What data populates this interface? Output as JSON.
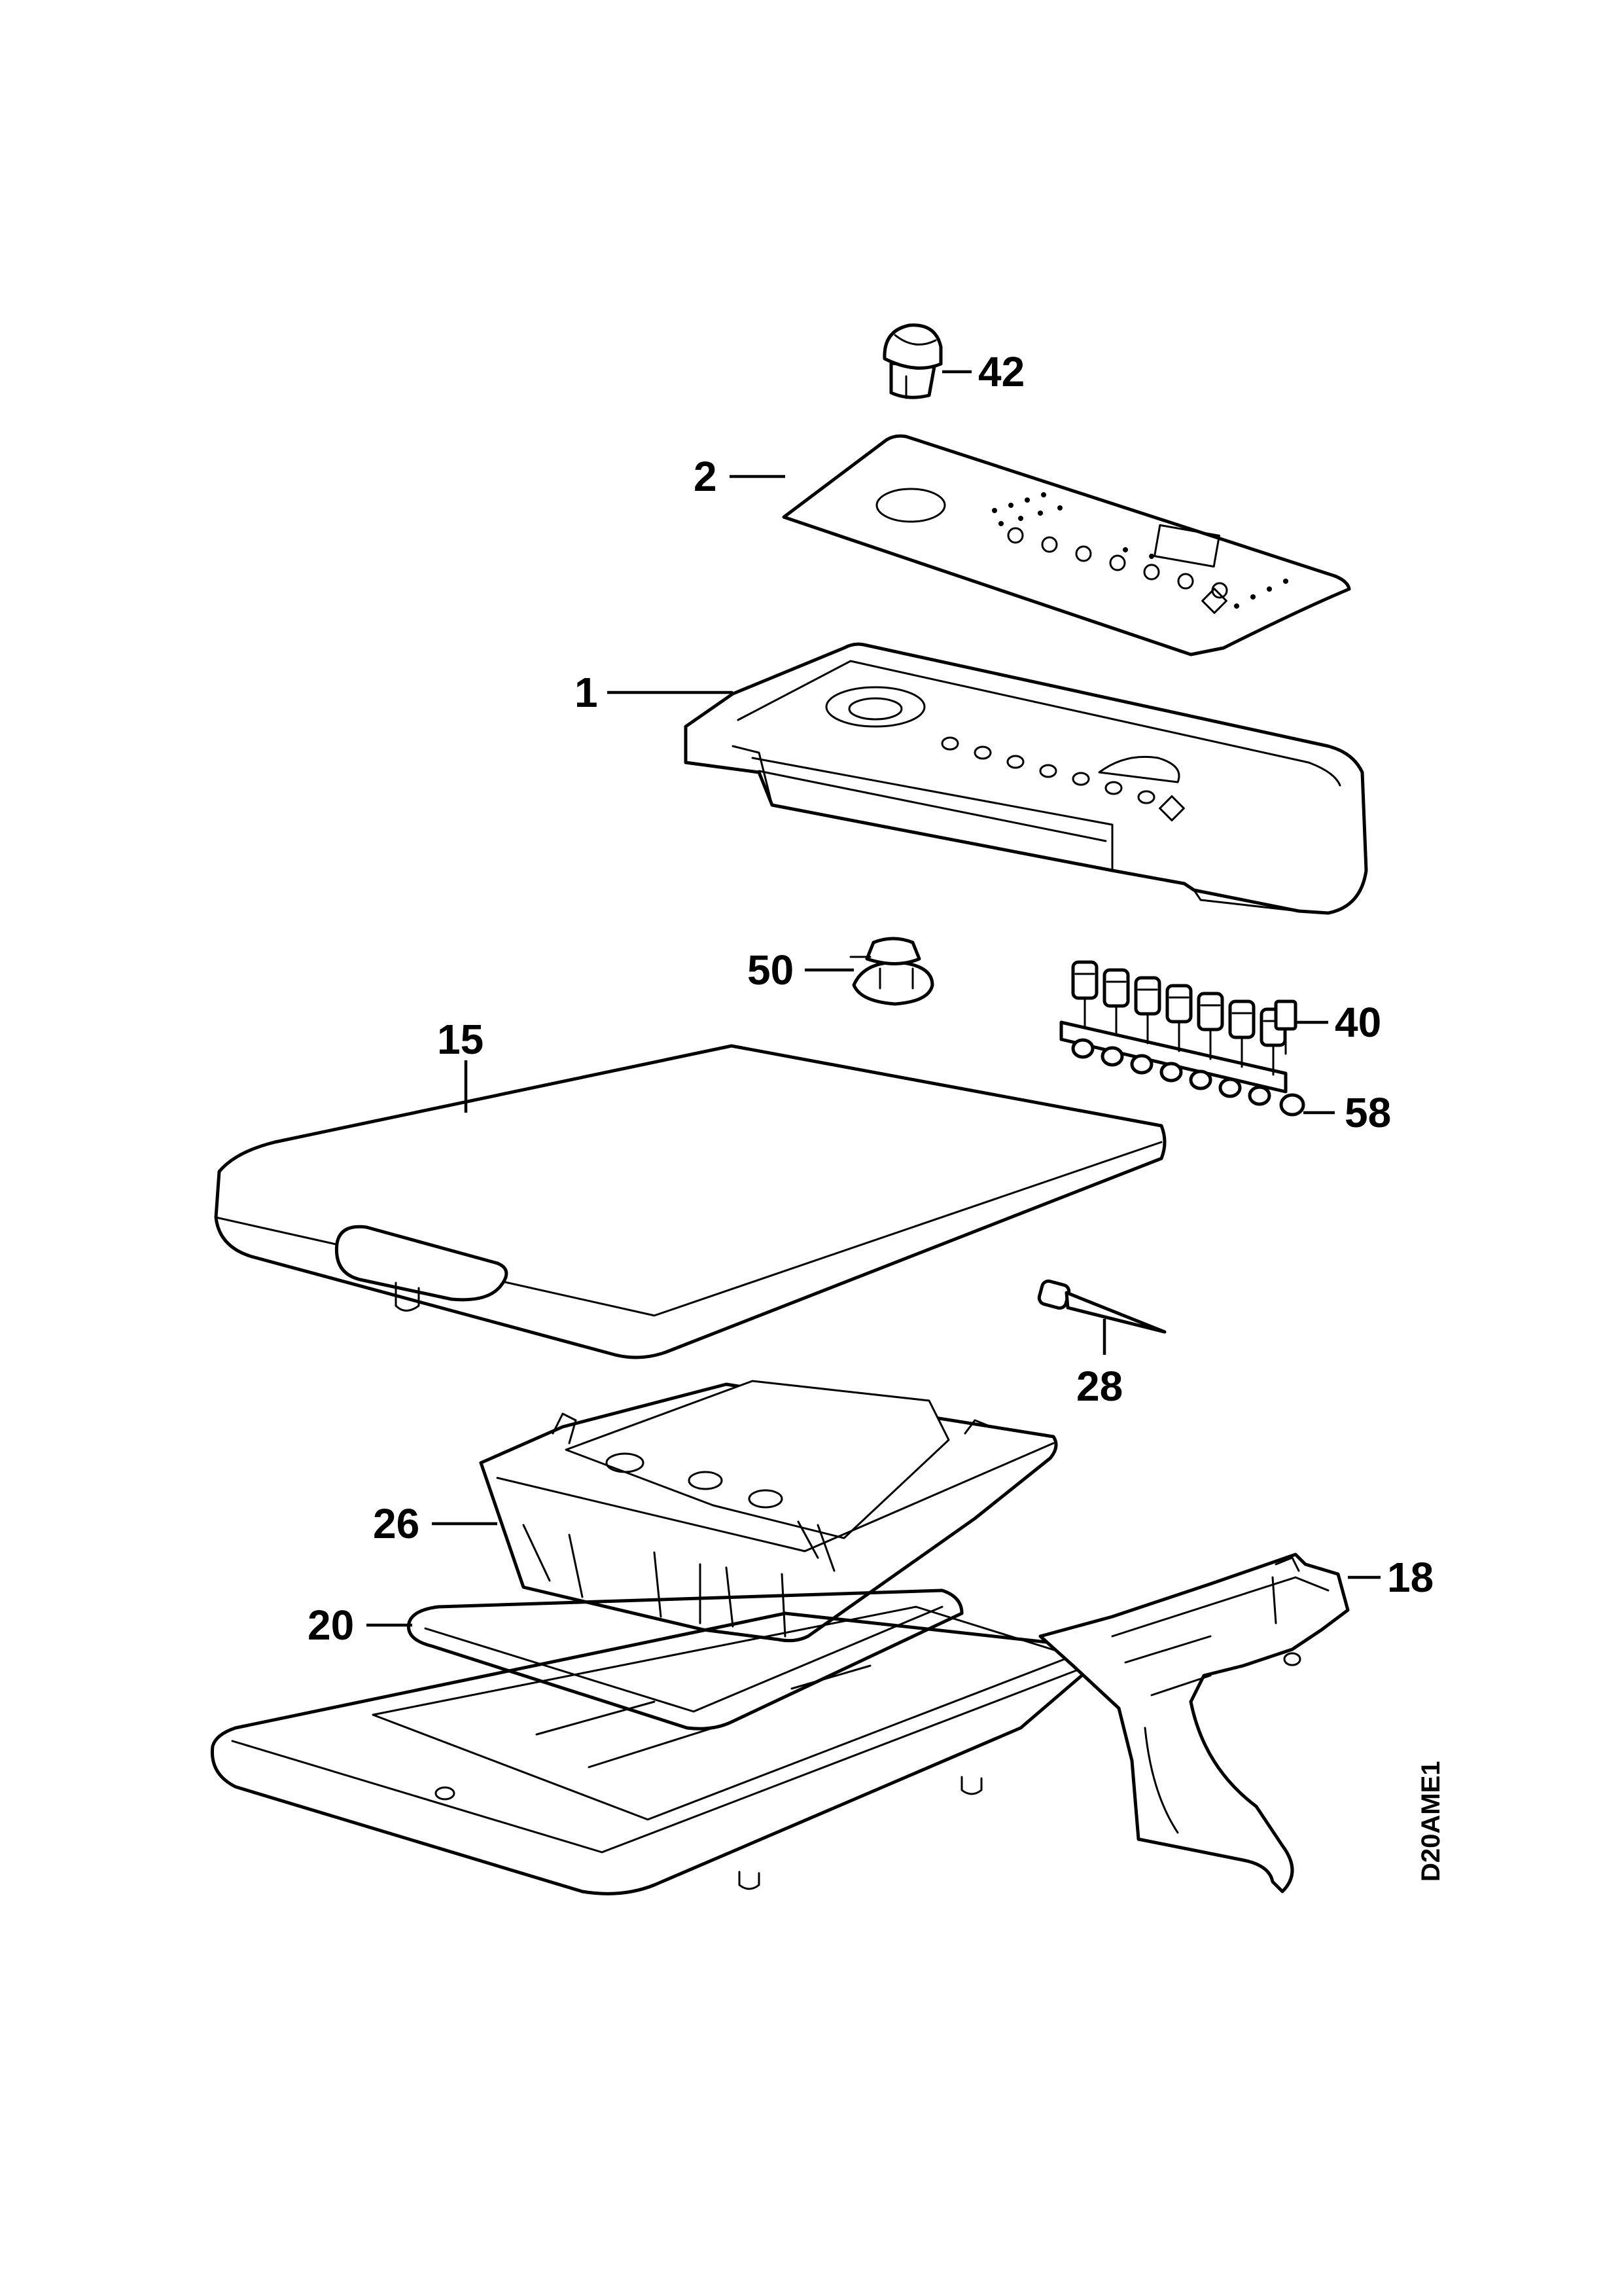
{
  "diagram_code": "D20AME1",
  "parts": [
    {
      "id": "p42",
      "label": "42"
    },
    {
      "id": "p2",
      "label": "2"
    },
    {
      "id": "p1",
      "label": "1"
    },
    {
      "id": "p50",
      "label": "50"
    },
    {
      "id": "p40",
      "label": "40"
    },
    {
      "id": "p15",
      "label": "15"
    },
    {
      "id": "p58",
      "label": "58"
    },
    {
      "id": "p28",
      "label": "28"
    },
    {
      "id": "p26",
      "label": "26"
    },
    {
      "id": "p18",
      "label": "18"
    },
    {
      "id": "p20",
      "label": "20"
    }
  ]
}
